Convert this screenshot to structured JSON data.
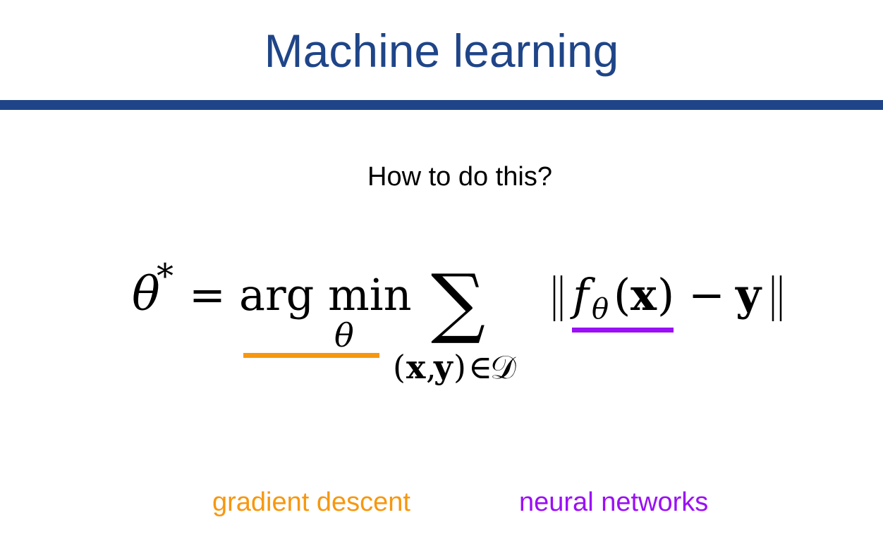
{
  "slide": {
    "title": "Machine learning",
    "question": "How to do this?"
  },
  "formula": {
    "lhs_symbol": "θ",
    "lhs_superscript": "*",
    "equals": "=",
    "operator": "arg min",
    "operator_subscript": "θ",
    "sum_symbol": "∑",
    "sum_subscript_x": "x",
    "sum_subscript_y": "y",
    "sum_subscript_in": "∈",
    "sum_subscript_set": "𝒟",
    "function_symbol": "f",
    "function_subscript": "θ",
    "argument": "x",
    "minus": "−",
    "target": "y"
  },
  "annotations": {
    "left_label": "gradient descent",
    "right_label": "neural networks",
    "left_color": "#f7970f",
    "right_color": "#9a0ff6"
  },
  "colors": {
    "title": "#1f4588",
    "rule": "#1f4588",
    "text": "#000000"
  }
}
